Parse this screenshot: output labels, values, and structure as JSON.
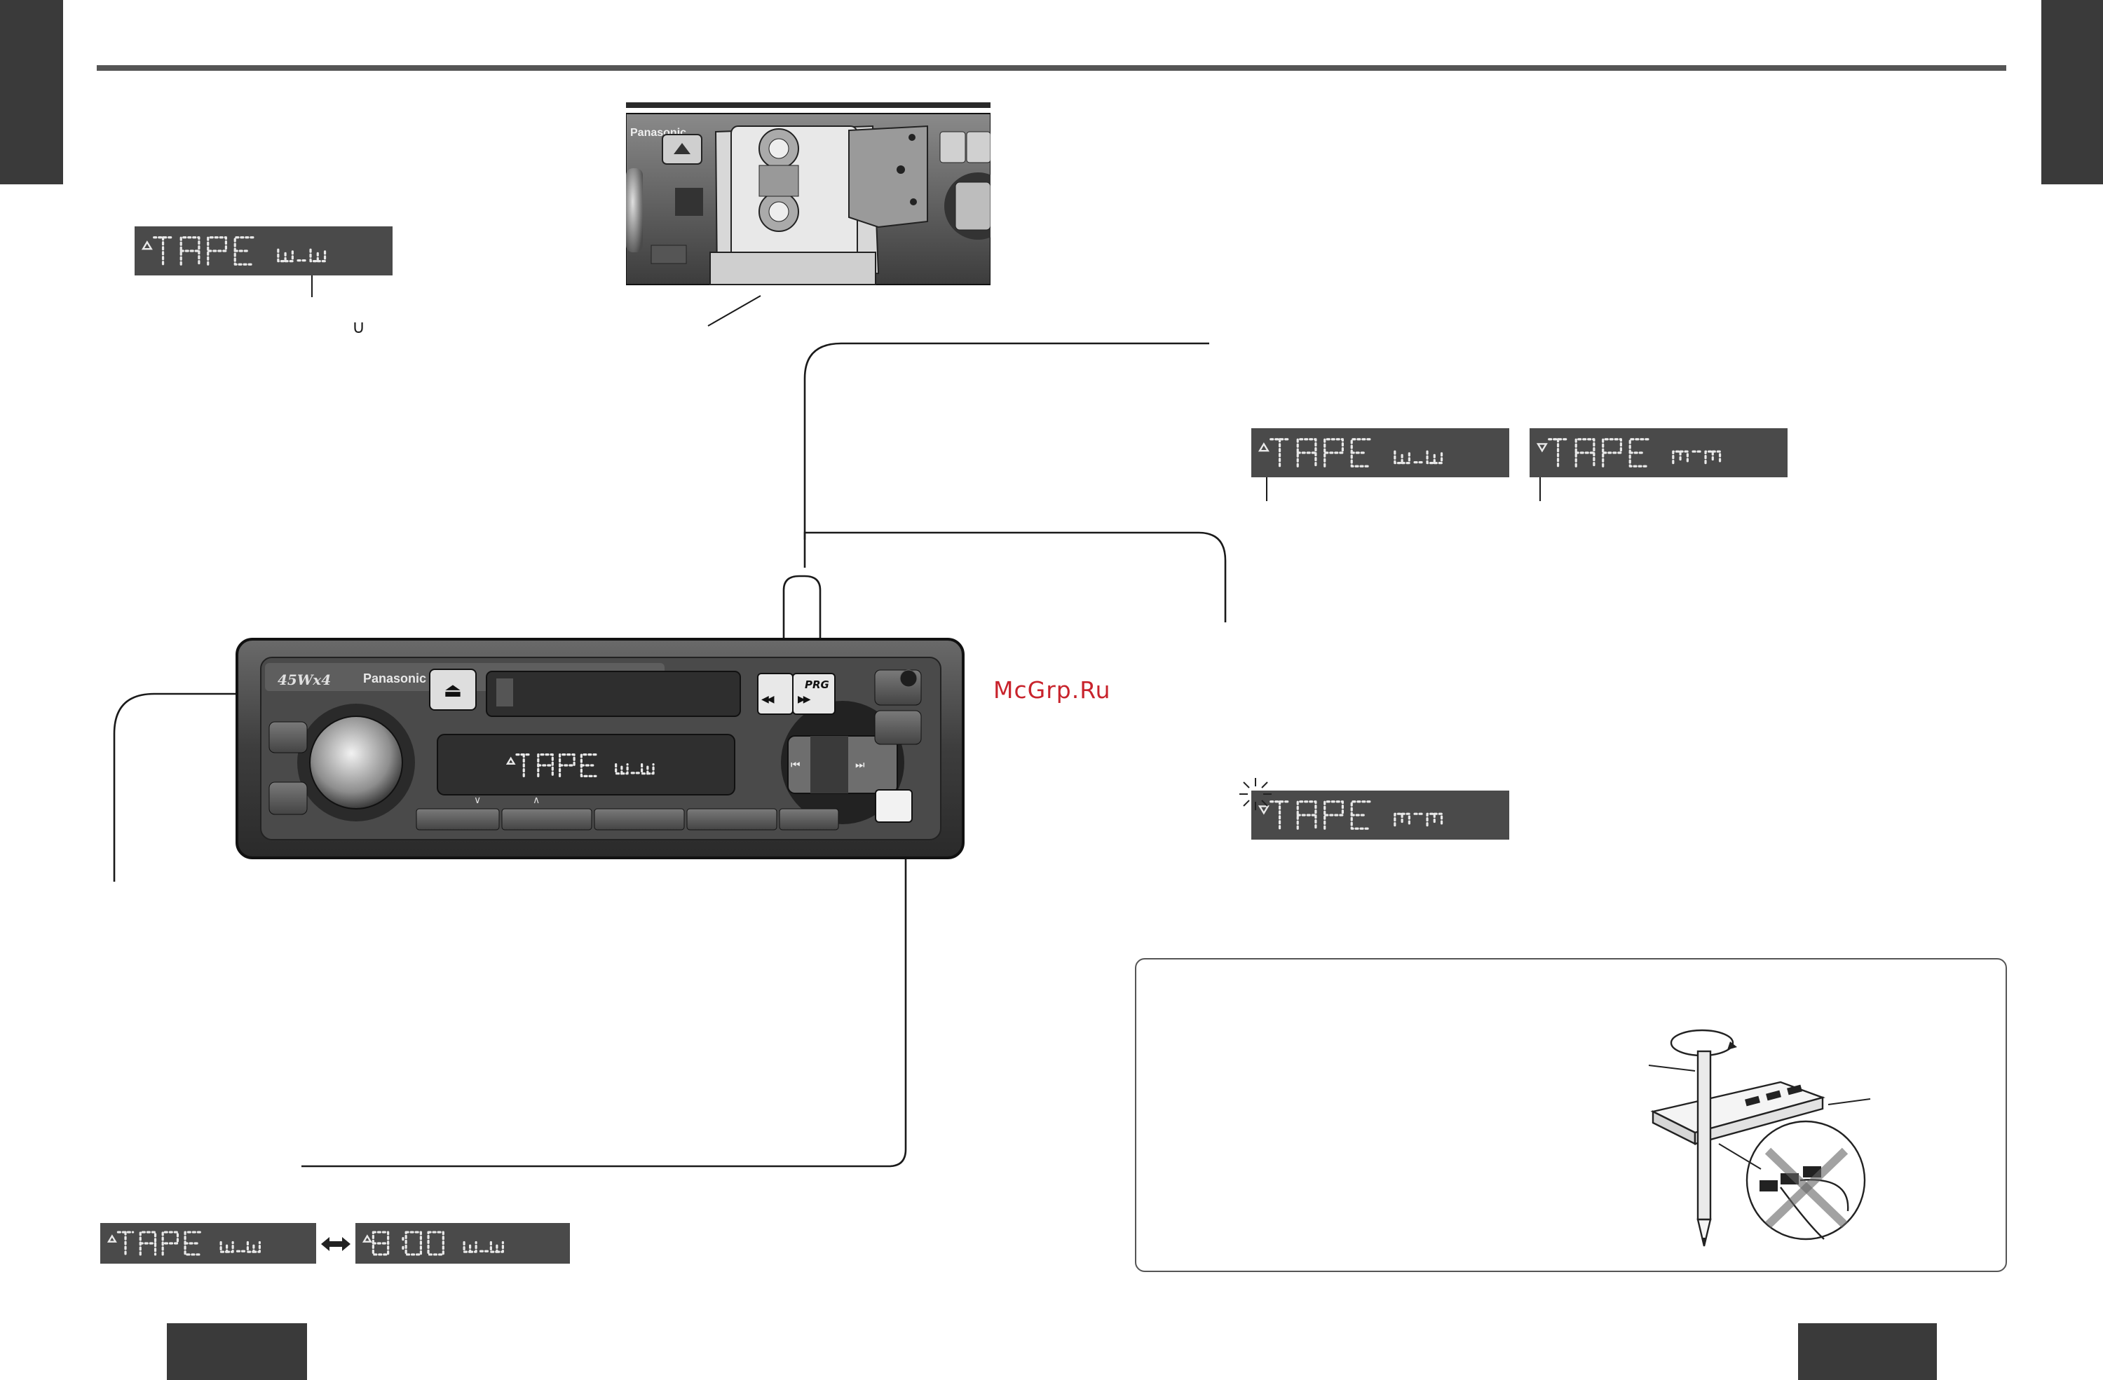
{
  "page": {
    "watermark": "McGrp.Ru",
    "side_glyph": "∪"
  },
  "displays": {
    "top_left": {
      "text": "TAPE",
      "indicator": "∪‒∪",
      "direction": "up"
    },
    "head_unit": {
      "text": "TAPE",
      "indicator": "∪‒∪",
      "direction": "up"
    },
    "side_a": {
      "text": "TAPE",
      "indicator": "∪‒∪",
      "direction": "up"
    },
    "side_b": {
      "text": "TAPE",
      "indicator": "∩‒∩",
      "direction": "down"
    },
    "program_blink": {
      "text": "TAPE",
      "indicator": "∩‒∩",
      "direction": "down"
    },
    "mode_tape": {
      "text": "TAPE",
      "indicator": "∪‒∪",
      "direction": "up"
    },
    "mode_clock": {
      "text": "8:00",
      "indicator": "∪‒∪",
      "direction": "up"
    }
  },
  "head_unit": {
    "brand": "Panasonic",
    "power_badge": "45Wx4",
    "buttons": {
      "eject": "⏏",
      "rewind": "◀◀",
      "fast_forward": "▶▶",
      "program": "PRG",
      "prev_track": "⏮",
      "next_track": "⏭",
      "down": "∨",
      "up": "∧"
    }
  },
  "colors": {
    "lcd_bg": "#4a4a4a",
    "lcd_segment": "#e9e9e9",
    "tab": "#3a3a3a",
    "watermark": "#c8232c"
  }
}
